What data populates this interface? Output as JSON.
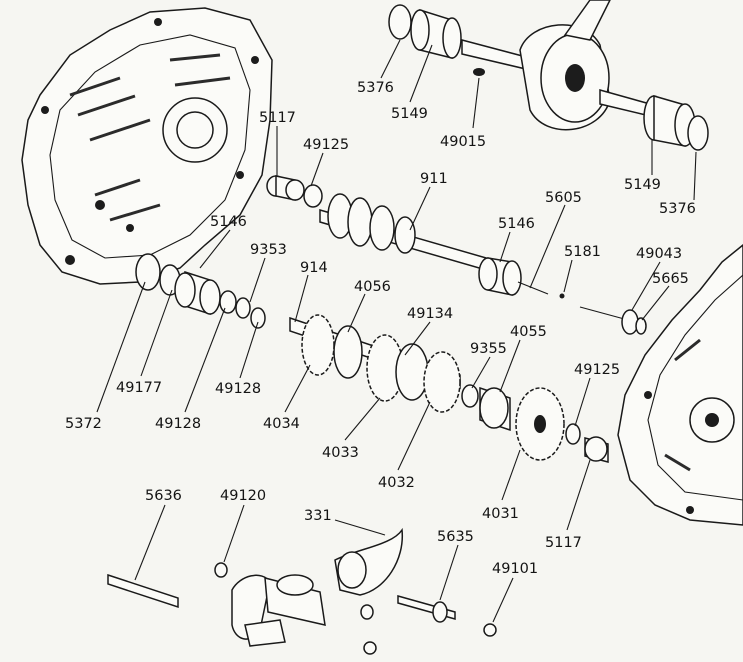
{
  "diagram": {
    "part_labels": [
      {
        "id": "p5376a",
        "text": "5376"
      },
      {
        "id": "p5149a",
        "text": "5149"
      },
      {
        "id": "p49015",
        "text": "49015"
      },
      {
        "id": "p5149b",
        "text": "5149"
      },
      {
        "id": "p5376b",
        "text": "5376"
      },
      {
        "id": "p5117a",
        "text": "5117"
      },
      {
        "id": "p49125a",
        "text": "49125"
      },
      {
        "id": "p911",
        "text": "911"
      },
      {
        "id": "p5146a",
        "text": "5146"
      },
      {
        "id": "p5146b",
        "text": "5146"
      },
      {
        "id": "p5605",
        "text": "5605"
      },
      {
        "id": "p9353",
        "text": "9353"
      },
      {
        "id": "p914",
        "text": "914"
      },
      {
        "id": "p5181",
        "text": "5181"
      },
      {
        "id": "p49043",
        "text": "49043"
      },
      {
        "id": "p5665",
        "text": "5665"
      },
      {
        "id": "p4056",
        "text": "4056"
      },
      {
        "id": "p49134",
        "text": "49134"
      },
      {
        "id": "p4055",
        "text": "4055"
      },
      {
        "id": "p9355",
        "text": "9355"
      },
      {
        "id": "p49125b",
        "text": "49125"
      },
      {
        "id": "p49177",
        "text": "49177"
      },
      {
        "id": "p5372",
        "text": "5372"
      },
      {
        "id": "p49128a",
        "text": "49128"
      },
      {
        "id": "p49128b",
        "text": "49128"
      },
      {
        "id": "p4034",
        "text": "4034"
      },
      {
        "id": "p4033",
        "text": "4033"
      },
      {
        "id": "p4032",
        "text": "4032"
      },
      {
        "id": "p4031",
        "text": "4031"
      },
      {
        "id": "p5117b",
        "text": "5117"
      },
      {
        "id": "p5636",
        "text": "5636"
      },
      {
        "id": "p49120",
        "text": "49120"
      },
      {
        "id": "p331",
        "text": "331"
      },
      {
        "id": "p5635",
        "text": "5635"
      },
      {
        "id": "p49101",
        "text": "49101"
      }
    ]
  }
}
